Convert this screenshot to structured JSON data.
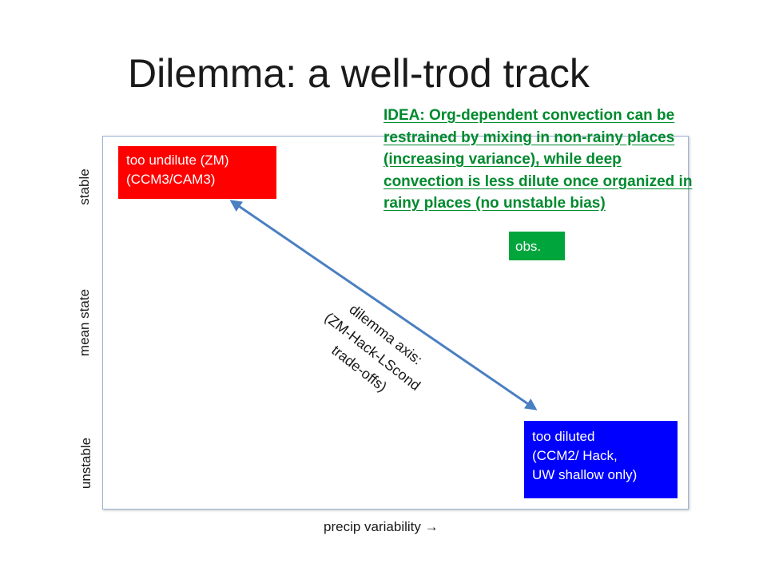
{
  "title": "Dilemma: a well-trod track",
  "idea": {
    "lines": [
      "IDEA: Org-dependent convection can be",
      "restrained by mixing in non-rainy places",
      "(increasing variance), while deep",
      "convection is less dilute once organized in",
      "rainy places (no unstable bias)"
    ],
    "color": "#008a2e"
  },
  "y_axis_labels": {
    "top": "stable",
    "middle": "mean state",
    "bottom": "unstable"
  },
  "x_axis_label": "precip variability →",
  "boxes": {
    "red": {
      "line1": "too undilute (ZM)",
      "line2": "(CCM3/CAM3)",
      "color": "#ff0000"
    },
    "blue": {
      "line1": "too diluted",
      "line2": "(CCM2/ Hack,",
      "line3": "UW shallow only)",
      "color": "#0000ff"
    },
    "green": {
      "label": "obs.",
      "color": "#00a53c"
    }
  },
  "dilemma_axis": {
    "lines": [
      "dilemma axis:",
      "(ZM-Hack-LScond",
      "trade-offs)"
    ],
    "arrow_color": "#4a7fc1"
  }
}
